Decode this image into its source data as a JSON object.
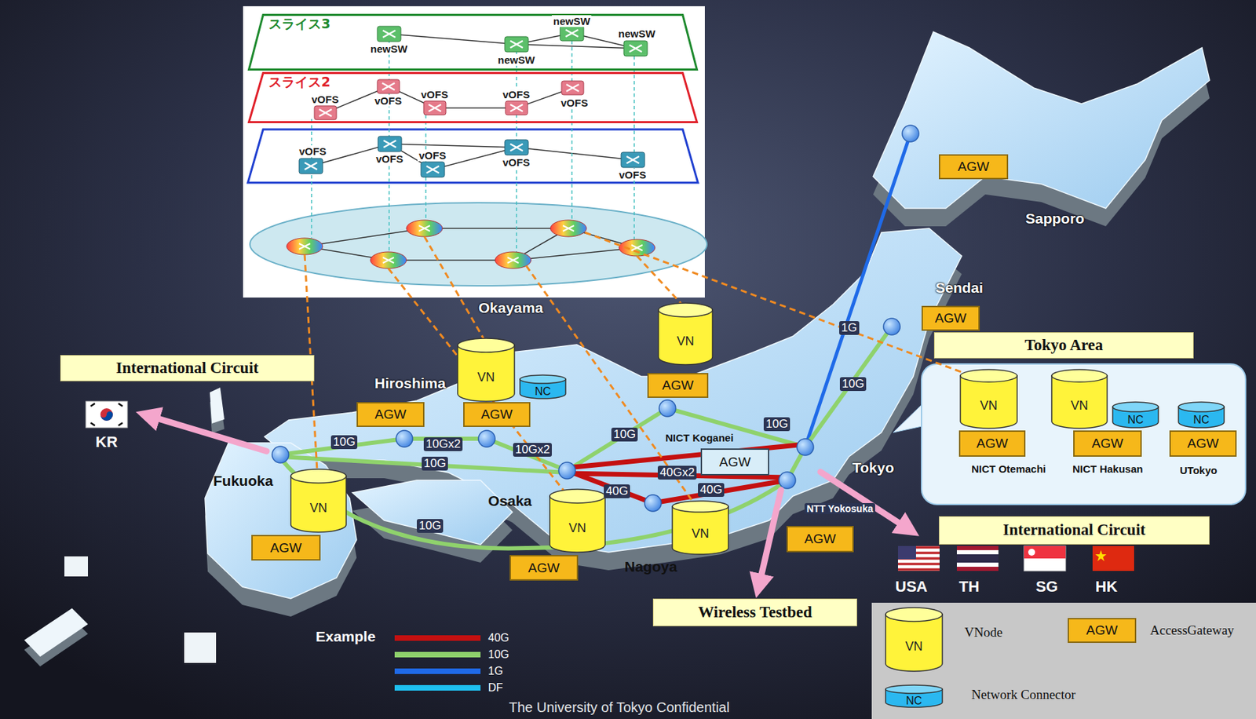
{
  "diagram": {
    "nodes": [
      {
        "text": [
          "スライス3"
        ]
      },
      {
        "text": [
          "スライス2"
        ]
      },
      {
        "text": [
          "AGW"
        ]
      },
      {
        "text": [
          "AGW"
        ]
      },
      {
        "text": [
          "VN"
        ]
      },
      {
        "text": [
          "Tokyo Area"
        ]
      },
      {
        "text": [
          "International Circuit"
        ]
      },
      {
        "text": [
          "VN"
        ]
      },
      {
        "text": [
          "NC"
        ]
      },
      {
        "text": [
          "AGW"
        ]
      },
      {
        "text": [
          "VN"
        ]
      },
      {
        "text": [
          "VN"
        ]
      },
      {
        "text": [
          "NC"
        ]
      },
      {
        "text": [
          "NC"
        ]
      },
      {
        "text": [
          "AGW"
        ]
      },
      {
        "text": [
          "AGW"
        ]
      },
      {
        "text": [
          "AGW"
        ]
      },
      {
        "text": [
          "AGW"
        ]
      },
      {
        "text": [
          "AGW"
        ]
      },
      {
        "text": [
          "AGW"
        ]
      },
      {
        "text": [
          "VN"
        ]
      },
      {
        "text": [
          "VN"
        ]
      },
      {
        "text": [
          "VN"
        ]
      },
      {
        "text": [
          "International Circuit"
        ]
      },
      {
        "text": [
          "AGW"
        ]
      },
      {
        "text": [
          "AGW"
        ]
      },
      {
        "text": [
          "AGW"
        ]
      },
      {
        "text": [
          "Wireless Testbed"
        ]
      },
      {
        "text": [
          "VN"
        ]
      },
      {
        "text": [
          "AGW"
        ]
      },
      {
        "text": [
          "NC"
        ]
      }
    ],
    "labels": [
      "newSW",
      "newSW",
      "newSW",
      "newSW",
      "vOFS",
      "vOFS",
      "vOFS",
      "vOFS",
      "vOFS",
      "vOFS",
      "vOFS",
      "vOFS",
      "vOFS",
      "vOFS",
      "Sapporo",
      "Sendai",
      "1G",
      "10G",
      "Okayama",
      "Hiroshima",
      "NICT Koganei",
      "10G",
      "10G",
      "10G",
      "10Gx2",
      "10Gx2",
      "10G",
      "40Gx2",
      "40G",
      "40G",
      "Fukuoka",
      "Osaka",
      "Tokyo",
      "NTT Yokosuka",
      "10G",
      "Nagoya",
      "KR",
      "NICT Otemachi",
      "NICT Hakusan",
      "UTokyo",
      "USA",
      "TH",
      "SG",
      "HK",
      "Example",
      "The University of Tokyo Confidential"
    ],
    "legend": [
      {
        "text": "40G"
      },
      {
        "text": "10G"
      },
      {
        "text": "1G"
      },
      {
        "text": "DF"
      },
      {
        "text": "VNode"
      },
      {
        "text": "AccessGateway"
      },
      {
        "text": "Network Connector"
      }
    ]
  }
}
